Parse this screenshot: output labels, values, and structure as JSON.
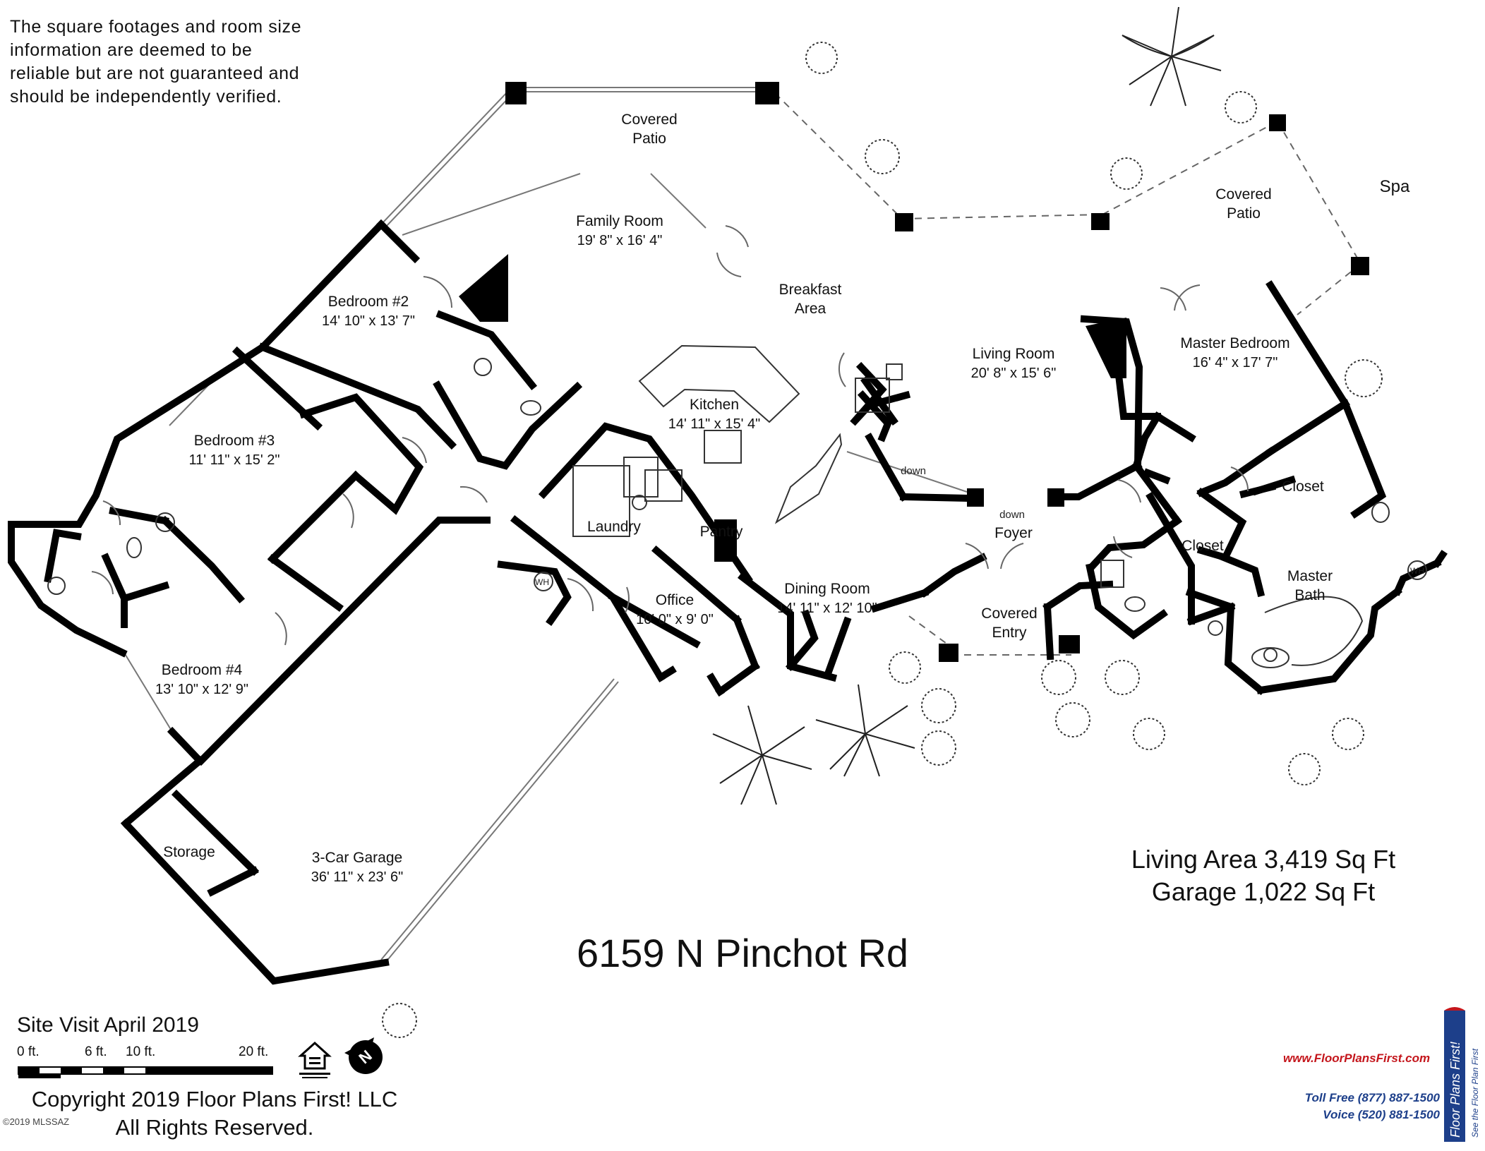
{
  "disclaimer": {
    "line1": "The square footages and room size",
    "line2": "information are deemed to be",
    "line3": "reliable but are not guaranteed and",
    "line4": "should be independently verified."
  },
  "rooms": {
    "covered_patio_1": {
      "name_line1": "Covered",
      "name_line2": "Patio"
    },
    "covered_patio_2": {
      "name_line1": "Covered",
      "name_line2": "Patio"
    },
    "spa": {
      "name": "Spa"
    },
    "family_room": {
      "name": "Family Room",
      "dims": "19' 8\" x 16' 4\""
    },
    "breakfast_area": {
      "name_line1": "Breakfast",
      "name_line2": "Area"
    },
    "bedroom2": {
      "name": "Bedroom #2",
      "dims": "14' 10\" x 13' 7\""
    },
    "bedroom3": {
      "name": "Bedroom #3",
      "dims": "11' 11\" x 15' 2\""
    },
    "bedroom4": {
      "name": "Bedroom #4",
      "dims": "13' 10\" x 12' 9\""
    },
    "kitchen": {
      "name": "Kitchen",
      "dims": "14' 11\" x 15' 4\""
    },
    "laundry": {
      "name": "Laundry"
    },
    "pantry": {
      "name": "Pantry"
    },
    "office": {
      "name": "Office",
      "dims": "10' 0\" x 9' 0\""
    },
    "living_room": {
      "name": "Living Room",
      "dims": "20' 8\" x 15' 6\""
    },
    "master_bedroom": {
      "name": "Master Bedroom",
      "dims": "16' 4\" x 17' 7\""
    },
    "closet1": {
      "name": "Closet"
    },
    "closet2": {
      "name": "Closet"
    },
    "master_bath": {
      "name_line1": "Master",
      "name_line2": "Bath"
    },
    "foyer": {
      "name": "Foyer"
    },
    "dining_room": {
      "name": "Dining Room",
      "dims": "14' 11\" x 12' 10\""
    },
    "covered_entry": {
      "name_line1": "Covered",
      "name_line2": "Entry"
    },
    "garage": {
      "name": "3-Car Garage",
      "dims": "36' 11\" x 23' 6\""
    },
    "storage": {
      "name": "Storage"
    }
  },
  "annotations": {
    "down_left": "down",
    "down_center": "down",
    "wh_left": "WH",
    "wh_right": "WH"
  },
  "areas": {
    "living": "Living Area 3,419 Sq Ft",
    "garage": "Garage 1,022 Sq Ft"
  },
  "address": "6159 N Pinchot Rd",
  "site_visit": "Site Visit April 2019",
  "scale": {
    "l0": "0 ft.",
    "l6": "6 ft.",
    "l10": "10 ft.",
    "l20": "20 ft."
  },
  "copyright": {
    "line1": "Copyright 2019 Floor Plans First! LLC",
    "line2": "All Rights Reserved."
  },
  "mls": "©2019 MLSSAZ",
  "brand": {
    "url": "www.FloorPlansFirst.com",
    "toll_free": "Toll Free (877) 887-1500",
    "voice": "Voice (520) 881-1500",
    "logo_name": "Floor Plans First!",
    "logo_tagline": "See the Floor Plan First"
  },
  "icons": {
    "equal_housing": "equal-housing-icon",
    "north_arrow": "north-arrow-icon"
  },
  "colors": {
    "brand_red": "#c4161c",
    "brand_blue": "#1d3f8a",
    "wall": "#000000"
  }
}
